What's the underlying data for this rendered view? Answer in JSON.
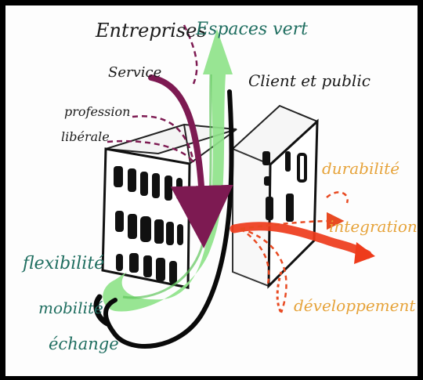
{
  "labels": {
    "entreprises": "Entreprises",
    "espaces_vert": "Espaces vert",
    "service": "Service",
    "client_public": "Client et public",
    "profession": "profession",
    "liberale": "libérale",
    "durabilite": "durabilité",
    "integration": "integration",
    "flexibilite": "flexibilité",
    "mobilite": "mobilité",
    "echange": "échange",
    "developpement": "développement"
  },
  "colors": {
    "dark_text": "#1b1b1b",
    "green_text": "#1f6e60",
    "orange_text": "#e6a33a",
    "purple_arrow": "#7d1a52",
    "green_arrow": "#7fdc7a",
    "red_arrow": "#ee3b1b"
  }
}
